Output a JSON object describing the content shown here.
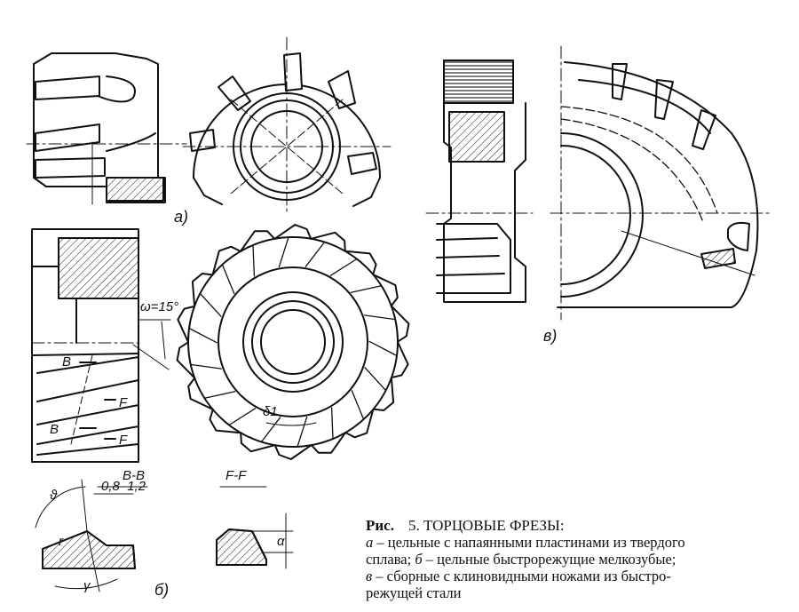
{
  "figure": {
    "labels": {
      "a": "а)",
      "b": "б)",
      "v": "в)"
    },
    "dimensions": {
      "omega": "ω=15°",
      "delta": "δ1",
      "theta": "ϑ",
      "gamma": "γ",
      "r": "r",
      "alpha": "α",
      "edge": "0,8–1,2",
      "section_b": "B-B",
      "section_f": "F-F",
      "mark_b": "B",
      "mark_f": "F"
    }
  },
  "caption": {
    "prefix": "Рис.",
    "title": "5. ТОРЦОВЫЕ ФРЕЗЫ:",
    "line1_key": "а",
    "line1": " – цельные с напаянными пластинами из твердого",
    "line2": "сплава; ",
    "line2_key": "б",
    "line2_rest": " – цельные быстрорежущие мелкозубые;",
    "line3_key": "в",
    "line3": " – сборные с клиновидными ножами из быстро-",
    "line4": "режущей стали"
  }
}
